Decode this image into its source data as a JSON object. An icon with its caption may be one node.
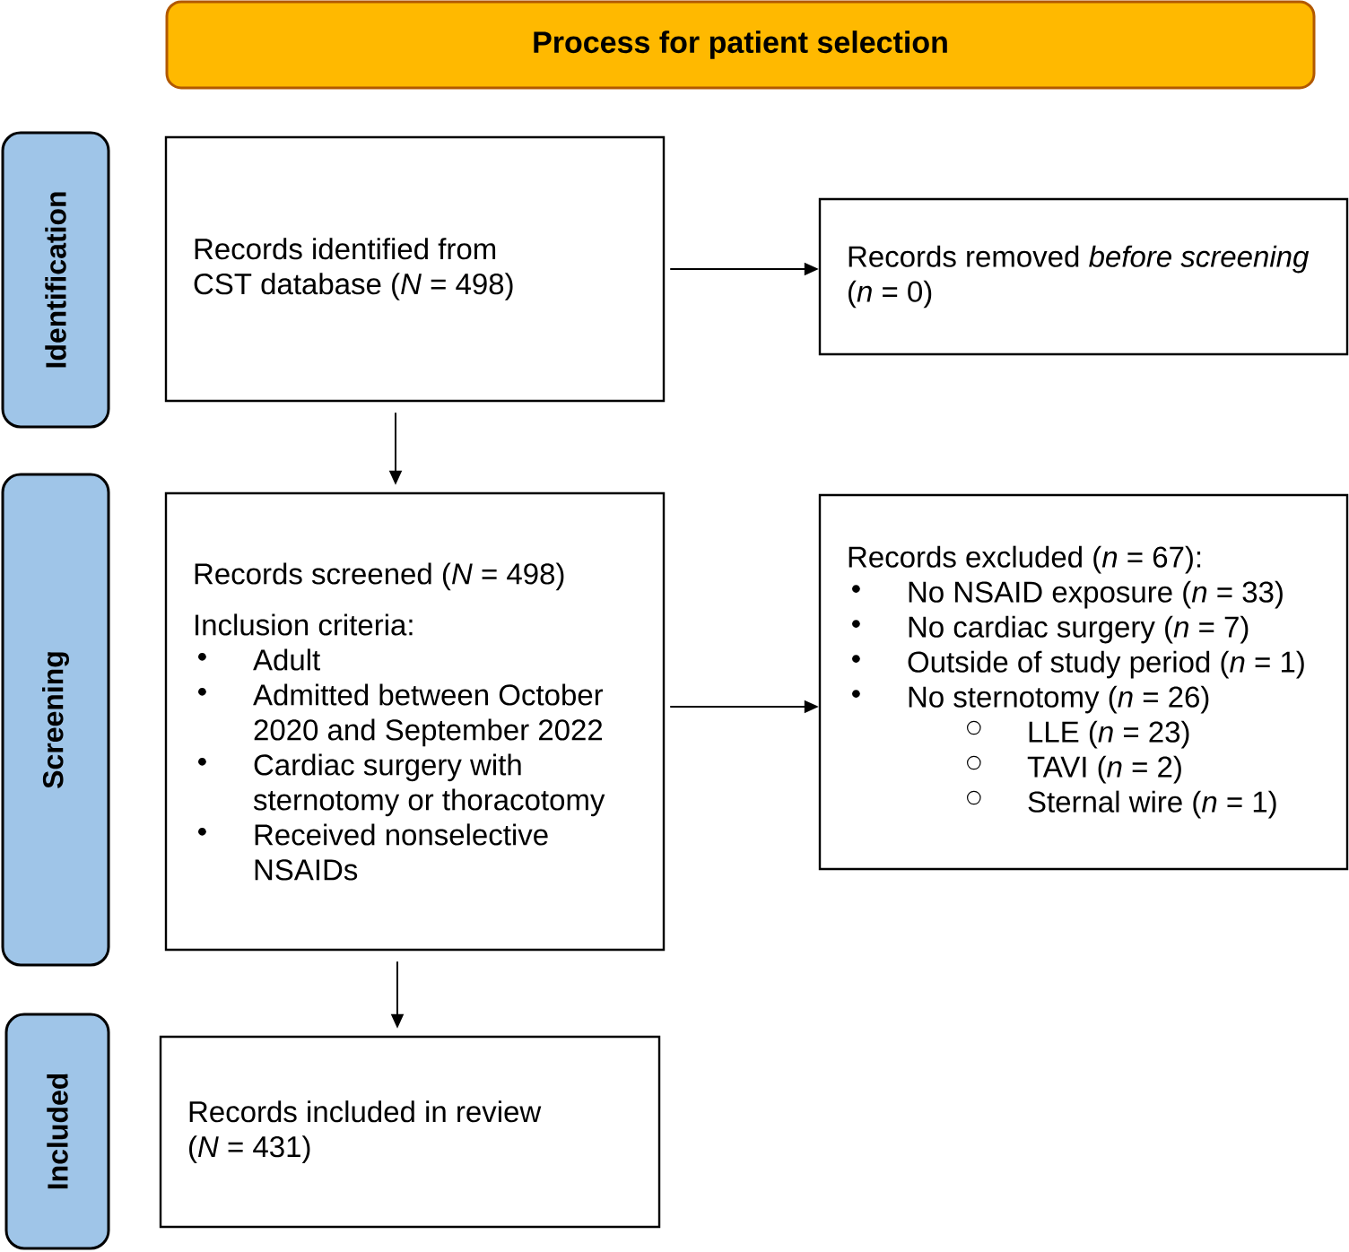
{
  "diagram": {
    "title": "Process for patient selection",
    "nodes": [
      {
        "text": [
          "Identification"
        ]
      },
      {
        "text": [
          "Screening"
        ]
      },
      {
        "text": [
          "Included"
        ]
      },
      {
        "text": [
          "Records identified from CST database (*N* = 498)"
        ]
      },
      {
        "text": [
          "Records removed *before screening* (*n* = 0)"
        ]
      },
      {
        "text": [
          "Records screened (*N* = 498)",
          "Inclusion criteria:",
          "Adult",
          "Admitted between October 2020 and September 2022",
          "Cardiac surgery with sternotomy or thoracotomy",
          "Received nonselective NSAIDs"
        ]
      },
      {
        "text": [
          "Records excluded (*n* = 67):",
          "No NSAID exposure (*n* = 33)",
          "No cardiac surgery (*n* = 7)",
          "Outside of study period (*n* = 1)",
          "No sternotomy (*n* = 26)",
          "LLE (*n* = 23)",
          "TAVI (*n* = 2)",
          "Sternal wire (*n* = 1)"
        ]
      },
      {
        "text": [
          "Records included in review (*N* = 431)"
        ]
      }
    ],
    "edges": [
      {
        "from": 3,
        "to": 4,
        "arrow": "to"
      },
      {
        "from": 3,
        "to": 5,
        "arrow": "to"
      },
      {
        "from": 5,
        "to": 6,
        "arrow": "to"
      },
      {
        "from": 5,
        "to": 7,
        "arrow": "to"
      }
    ]
  }
}
